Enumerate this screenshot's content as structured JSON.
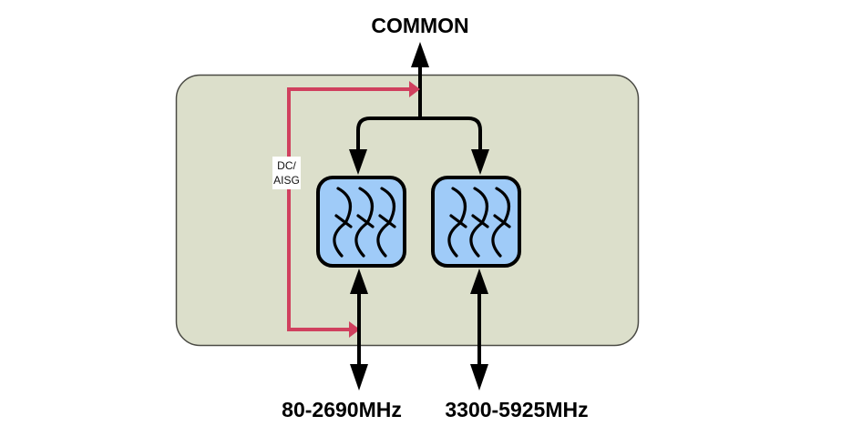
{
  "diagram": {
    "common_port": {
      "label": "COMMON"
    },
    "dc_path": {
      "label_line1": "DC/",
      "label_line2": "AISG"
    },
    "ports": [
      {
        "label": "80-2690MHz"
      },
      {
        "label": "3300-5925MHz"
      }
    ],
    "filters": [
      {
        "name": "low-band-filter"
      },
      {
        "name": "high-band-filter"
      }
    ],
    "colors": {
      "panel_fill": "#dcdfcb",
      "panel_stroke": "#4a4a44",
      "filter_fill": "#9fcbf8",
      "signal_line": "#000000",
      "dc_line": "#d0405e"
    }
  }
}
